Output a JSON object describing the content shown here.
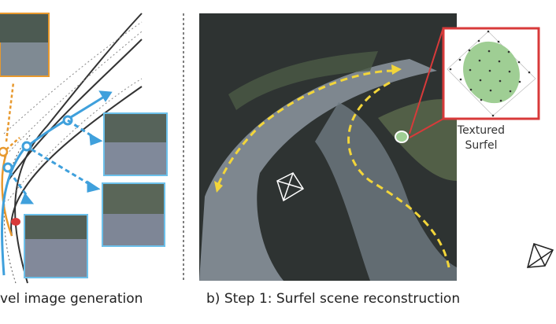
{
  "captions": {
    "left": "vel image generation",
    "right": "b) Step 1: Surfel scene reconstruction"
  },
  "inset": {
    "label_line1": "Textured",
    "label_line2": "Surfel"
  },
  "colors": {
    "blue": "#3fa0dc",
    "orange": "#e8992e",
    "red": "#d83a3a",
    "yellow": "#f2d53a",
    "surfel_green": "#9fce94"
  }
}
